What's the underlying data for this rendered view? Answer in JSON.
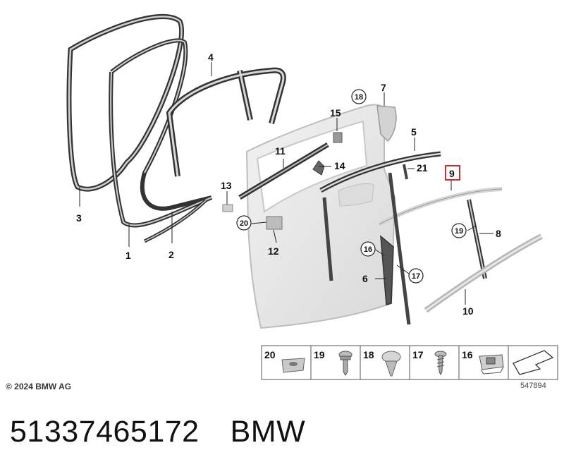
{
  "callouts": {
    "c1": "1",
    "c2": "2",
    "c3": "3",
    "c4": "4",
    "c5": "5",
    "c6": "6",
    "c7": "7",
    "c8": "8",
    "c9": "9",
    "c10": "10",
    "c11": "11",
    "c12": "12",
    "c13": "13",
    "c14": "14",
    "c15": "15",
    "c16": "16",
    "c17": "17",
    "c18": "18",
    "c19": "19",
    "c20": "20",
    "c21": "21"
  },
  "highlighted_callout": "9",
  "highlight_color": "#d62a2a",
  "legend": [
    {
      "num": "20",
      "icon": "clip-nut-icon"
    },
    {
      "num": "19",
      "icon": "flanged-screw-icon"
    },
    {
      "num": "18",
      "icon": "expanding-rivet-icon"
    },
    {
      "num": "17",
      "icon": "self-tapping-screw-icon"
    },
    {
      "num": "16",
      "icon": "spring-clip-icon"
    },
    {
      "num": "",
      "icon": "arrow-icon"
    }
  ],
  "copyright": "© 2024 BMW AG",
  "image_id": "547894",
  "part_number": "51337465172",
  "brand": "BMW"
}
